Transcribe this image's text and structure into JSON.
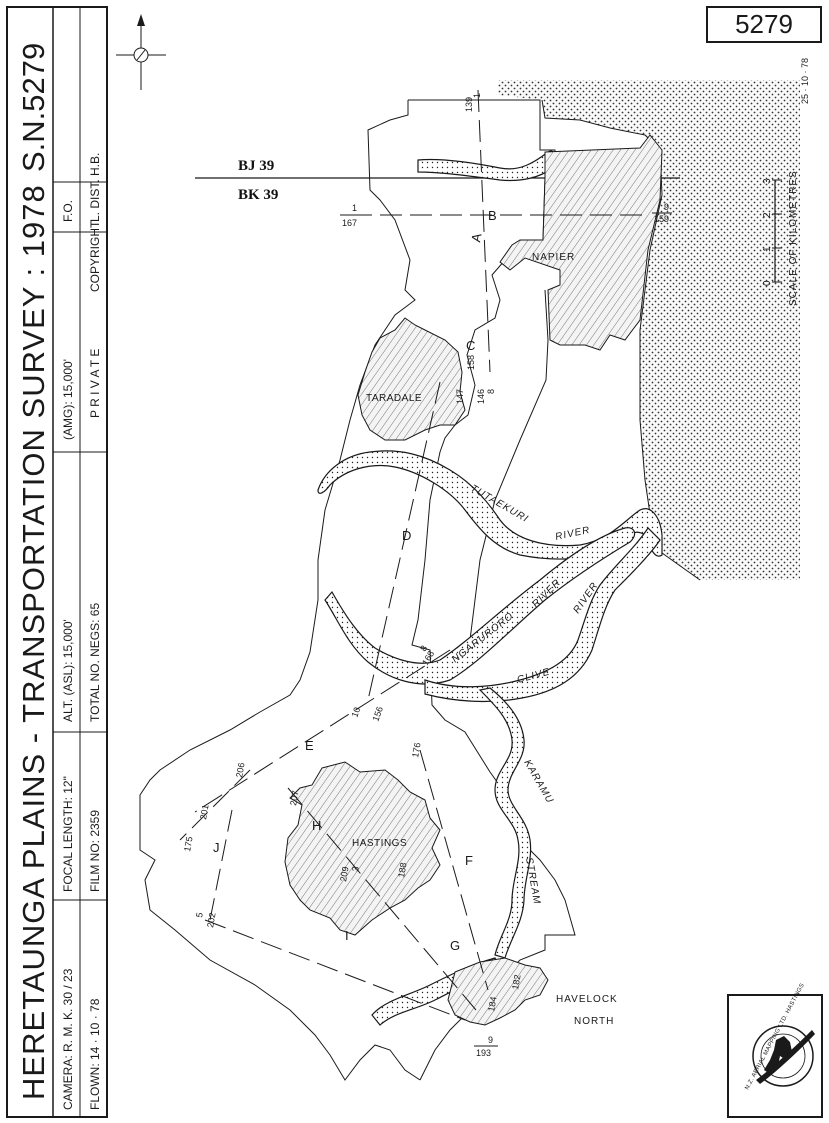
{
  "sheet_number": "5279",
  "title": "HERETAUNGA   PLAINS - TRANSPORTATION   SURVEY : 1978",
  "sn": "S.N.5279",
  "info": {
    "camera": "CAMERA:  R. M. K.  30 / 23",
    "focal_length": "FOCAL LENGTH:  12\"",
    "alt_asl": "ALT. (ASL):  15,000'",
    "amg": "(AMG):  15,000'",
    "fo": "F.O.",
    "flown": "FLOWN:  14 · 10 · 78",
    "film_no": "FILM NO:  2359",
    "total_negs": "TOTAL NO. NEGS:  65",
    "private": "P R I V A T E",
    "copyright": "COPYRIGHT",
    "dist": "L. DIST.  H.B."
  },
  "grid": {
    "upper": "BJ 39",
    "lower": "BK 39"
  },
  "places": {
    "napier": "NAPIER",
    "taradale": "TARADALE",
    "hastings": "HASTINGS",
    "havelock": "HAVELOCK",
    "north": "NORTH"
  },
  "rivers": {
    "tutaekuri": "TUTAEKURI",
    "river1": "RIVER",
    "ngaruroro": "NGARURORO",
    "river2": "RIVER",
    "clive": "CLIVE",
    "river3": "RIVER",
    "karamu": "KARAMU",
    "stream": "STREAM"
  },
  "strips": {
    "a": "A",
    "b": "B",
    "c": "C",
    "d": "D",
    "e": "E",
    "f": "F",
    "g": "G",
    "h": "H",
    "i": "I",
    "j": "J"
  },
  "photo_labels": {
    "p1": "1",
    "p139": "139",
    "p9a": "9",
    "p159": "159",
    "p1b": "1",
    "p167": "167",
    "p158": "158",
    "p146": "146",
    "p8a": "8",
    "p147": "147",
    "p8b": "8",
    "p168": "168",
    "p10": "10",
    "p156": "156",
    "p176": "176",
    "p206": "206",
    "p207": "207",
    "p201": "201",
    "p175": "175",
    "p3": "3",
    "p209": "209",
    "p188": "188",
    "p5": "5",
    "p202": "202",
    "p182": "182",
    "p184": "184",
    "p9b": "9",
    "p193": "193"
  },
  "scale": {
    "title": "SCALE   OF   KILOMETRES",
    "ticks": [
      "0",
      "1",
      "2",
      "3"
    ]
  },
  "date": "25 · 10 · 78",
  "logo_text": "N.Z. AERIAL MAPPING LTD. HASTINGS"
}
